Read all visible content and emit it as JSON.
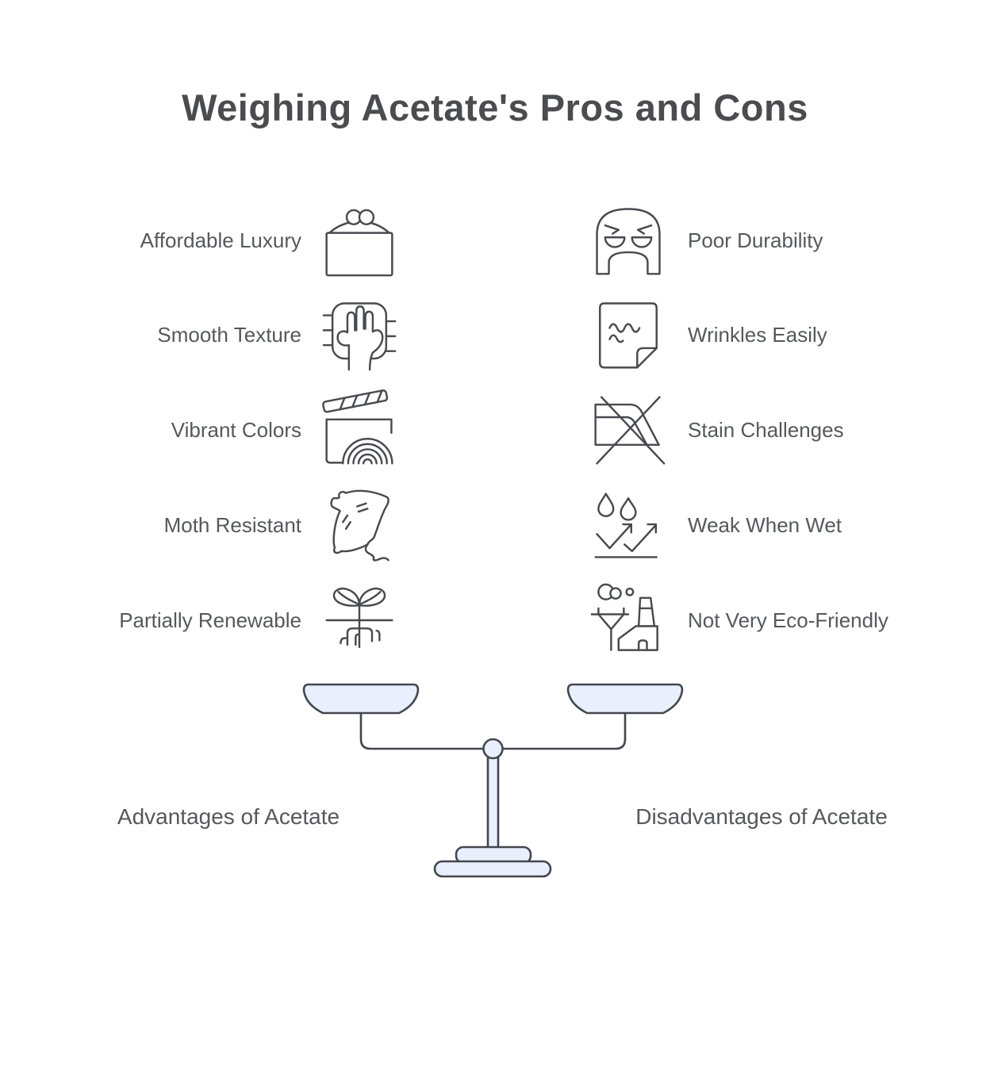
{
  "title": "Weighing Acetate's Pros and Cons",
  "pros": {
    "footer_label": "Advantages of Acetate",
    "items": [
      {
        "label": "Affordable Luxury",
        "icon": "coin-purse-icon"
      },
      {
        "label": "Smooth Texture",
        "icon": "hand-on-fabric-icon"
      },
      {
        "label": "Vibrant Colors",
        "icon": "clapperboard-rainbow-icon"
      },
      {
        "label": "Moth Resistant",
        "icon": "flowing-fabric-icon"
      },
      {
        "label": "Partially Renewable",
        "icon": "sprout-roots-icon"
      }
    ]
  },
  "cons": {
    "footer_label": "Disadvantages of Acetate",
    "items": [
      {
        "label": "Poor Durability",
        "icon": "angry-face-icon"
      },
      {
        "label": "Wrinkles Easily",
        "icon": "wrinkled-paper-icon"
      },
      {
        "label": "Stain Challenges",
        "icon": "crossed-iron-symbol-icon"
      },
      {
        "label": "Weak When Wet",
        "icon": "water-drops-arrows-icon"
      },
      {
        "label": "Not Very Eco-Friendly",
        "icon": "factory-smoke-icon"
      }
    ]
  },
  "scale": {
    "name": "balance-scale-illustration"
  },
  "colors": {
    "line_stroke": "#474b50",
    "scale_fill": "#e9effc",
    "label_text": "#55585c",
    "title_text": "#4a4c4f",
    "background": "#ffffff"
  }
}
